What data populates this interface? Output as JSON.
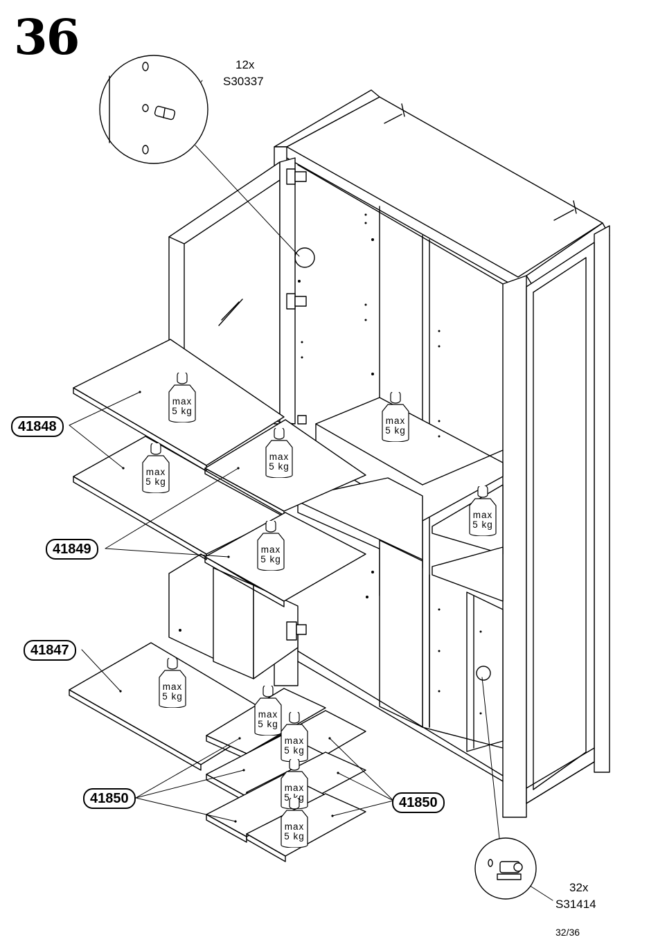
{
  "step_number": "36",
  "hardware": [
    {
      "quantity": "12x",
      "code": "S30337"
    },
    {
      "quantity": "32x",
      "code": "S31414"
    }
  ],
  "parts": {
    "shelf_top_a": "41848",
    "shelf_middle": "41849",
    "shelf_bottom_wide": "41847",
    "small_shelves_left": "41850",
    "small_shelves_right": "41850"
  },
  "weight_limit": {
    "line1": "max",
    "line2": "5 kg"
  },
  "page_number": "32/36"
}
